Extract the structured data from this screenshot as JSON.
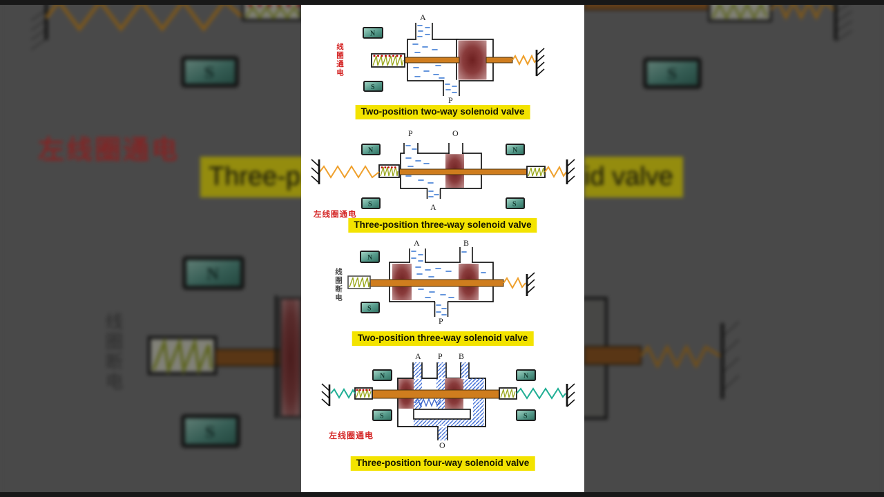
{
  "background": {
    "coil_text_large": "左线圈通电",
    "caption_fragment_left": "Three-p",
    "caption_fragment_right": "id valve",
    "coil_text_vertical": "线圈断电",
    "magnet_n": "N",
    "magnet_s": "S"
  },
  "video": {
    "magnet_n": "N",
    "magnet_s": "S",
    "diagrams": [
      {
        "caption": "Two-position two-way solenoid valve",
        "side_label": "线圈通电",
        "port_top": "A",
        "port_bottom": "P"
      },
      {
        "caption": "Three-position three-way solenoid valve",
        "side_label": "左线圈通电",
        "port_top_left": "P",
        "port_top_right": "O",
        "port_bottom": "A"
      },
      {
        "caption": "Two-position three-way solenoid valve",
        "side_label": "线圈断电",
        "port_top_left": "A",
        "port_top_right": "B",
        "port_bottom": "P"
      },
      {
        "caption": "Three-position four-way solenoid valve",
        "side_label": "左线圈通电",
        "port_top_left": "A",
        "port_top_mid": "P",
        "port_top_right": "B",
        "port_bottom": "O"
      }
    ],
    "colors": {
      "caption_bg": "#f3e300",
      "spool_maroon": "#7a2424",
      "rod_orange": "#cf7d1e",
      "spring_orange": "#efa02c",
      "spring_teal": "#1fae94",
      "magnet_teal": "#3f8573",
      "flow_blue": "#4a76d8",
      "label_red": "#d42525"
    }
  }
}
